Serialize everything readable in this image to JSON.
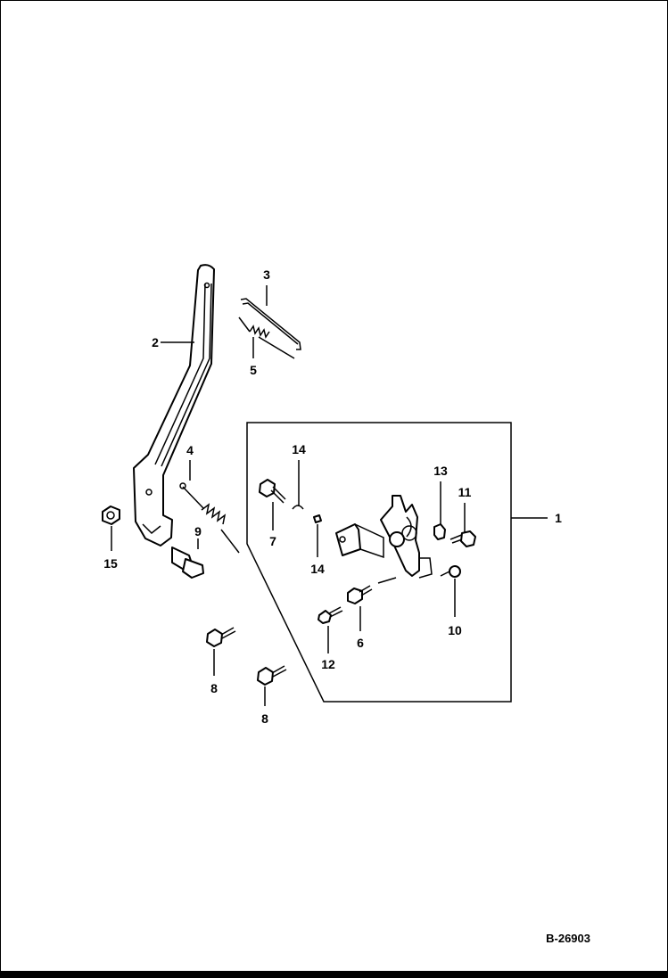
{
  "diagram": {
    "callouts": {
      "c1": "1",
      "c2": "2",
      "c3": "3",
      "c4": "4",
      "c5": "5",
      "c6": "6",
      "c7": "7",
      "c8a": "8",
      "c8b": "8",
      "c9": "9",
      "c10": "10",
      "c11": "11",
      "c12": "12",
      "c13": "13",
      "c14a": "14",
      "c14b": "14",
      "c15": "15"
    },
    "reference": "B-26903"
  }
}
